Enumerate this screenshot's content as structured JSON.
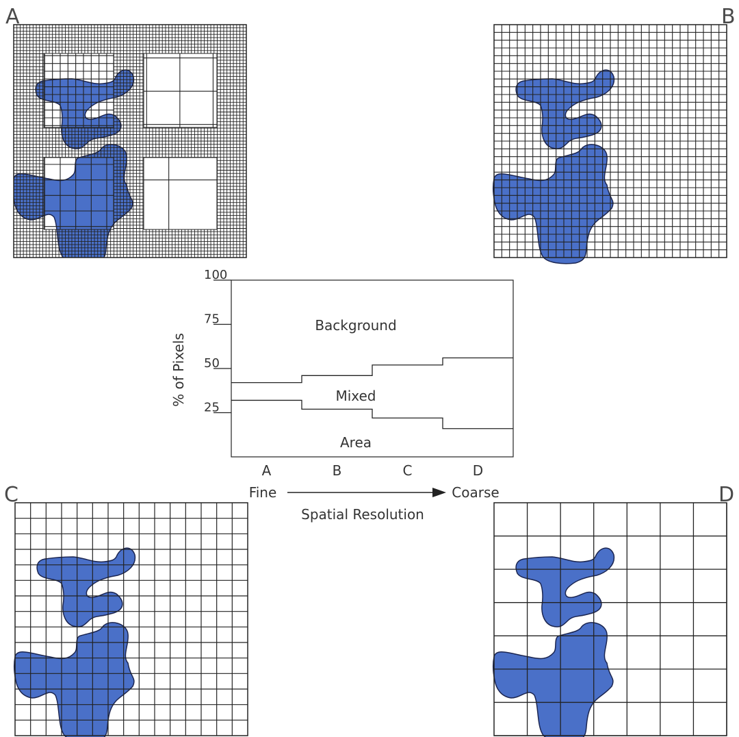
{
  "panels": [
    {
      "id": "A",
      "label": "A"
    },
    {
      "id": "B",
      "label": "B"
    },
    {
      "id": "C",
      "label": "C"
    },
    {
      "id": "D",
      "label": "D"
    }
  ],
  "colors": {
    "blob_fill": "#4a70c8",
    "grid_line": "#222222",
    "outline": "#1b2550"
  },
  "chart": {
    "ylabel": "% of Pixels",
    "y_ticks": [
      "100",
      "75",
      "50",
      "25"
    ],
    "region_labels": {
      "background": "Background",
      "mixed": "Mixed",
      "area": "Area"
    },
    "categories": [
      "A",
      "B",
      "C",
      "D"
    ],
    "axis_left": "Fine",
    "axis_right": "Coarse",
    "axis_title": "Spatial Resolution"
  },
  "chart_data": {
    "type": "area",
    "categories": [
      "A",
      "B",
      "C",
      "D"
    ],
    "series": [
      {
        "name": "Area",
        "values": [
          32,
          27,
          22,
          16
        ]
      },
      {
        "name": "Mixed",
        "values": [
          10,
          19,
          30,
          40
        ]
      },
      {
        "name": "Background",
        "values": [
          58,
          54,
          48,
          44
        ]
      }
    ],
    "ylim": [
      0,
      100
    ],
    "ylabel": "% of Pixels",
    "xlabel": "Spatial Resolution"
  }
}
